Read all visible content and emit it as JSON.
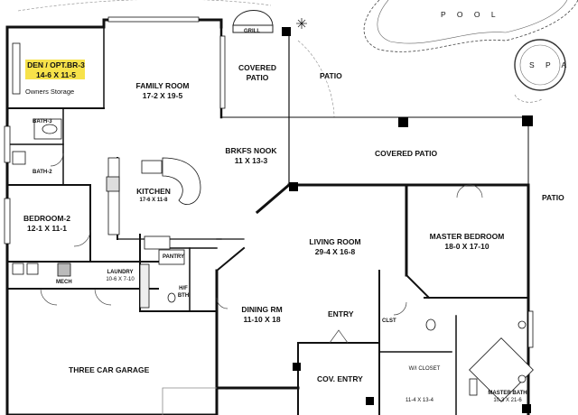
{
  "rooms": {
    "den": {
      "name": "DEN / OPT.BR-3",
      "dims": "14-6 X 11-5"
    },
    "owners_storage": "Owners Storage",
    "family_room": {
      "name": "FAMILY ROOM",
      "dims": "17-2 X 19-5"
    },
    "covered_patio_top": {
      "line1": "COVERED",
      "line2": "PATIO"
    },
    "patio_top": "PATIO",
    "grill": "GRILL",
    "pool": "P O O L",
    "spa": "S P A",
    "bath3": "BATH-3",
    "bath2": "BATH-2",
    "brkfs_nook": {
      "name": "BRKFS NOOK",
      "dims": "11 X 13-3"
    },
    "covered_patio_right": "COVERED PATIO",
    "patio_right": "PATIO",
    "kitchen": {
      "name": "KITCHEN",
      "dims": "17-6 X 11-8"
    },
    "bedroom2": {
      "name": "BEDROOM-2",
      "dims": "12-1 X 11-1"
    },
    "living_room": {
      "name": "LIVING ROOM",
      "dims": "29-4 X 16-8"
    },
    "master_bedroom": {
      "name": "MASTER BEDROOM",
      "dims": "18-0 X 17-10"
    },
    "pantry": "PANTRY",
    "laundry": {
      "name": "LAUNDRY",
      "dims": "10-6 X 7-10"
    },
    "half_bath": {
      "line1": "H/F",
      "line2": "BTH"
    },
    "mech": "MECH",
    "dining": {
      "name": "DINING RM",
      "dims": "11-10 X 18"
    },
    "entry": "ENTRY",
    "clst": "CLST",
    "wi_closet": {
      "name": "W/I CLOSET",
      "dims": "11-4 X 13-4"
    },
    "garage": "THREE CAR GARAGE",
    "cov_entry": "COV. ENTRY",
    "master_bath": {
      "name": "MASTER BATH",
      "dims": "10-3 X 21-6"
    }
  },
  "highlight_color": "#f7e24a"
}
